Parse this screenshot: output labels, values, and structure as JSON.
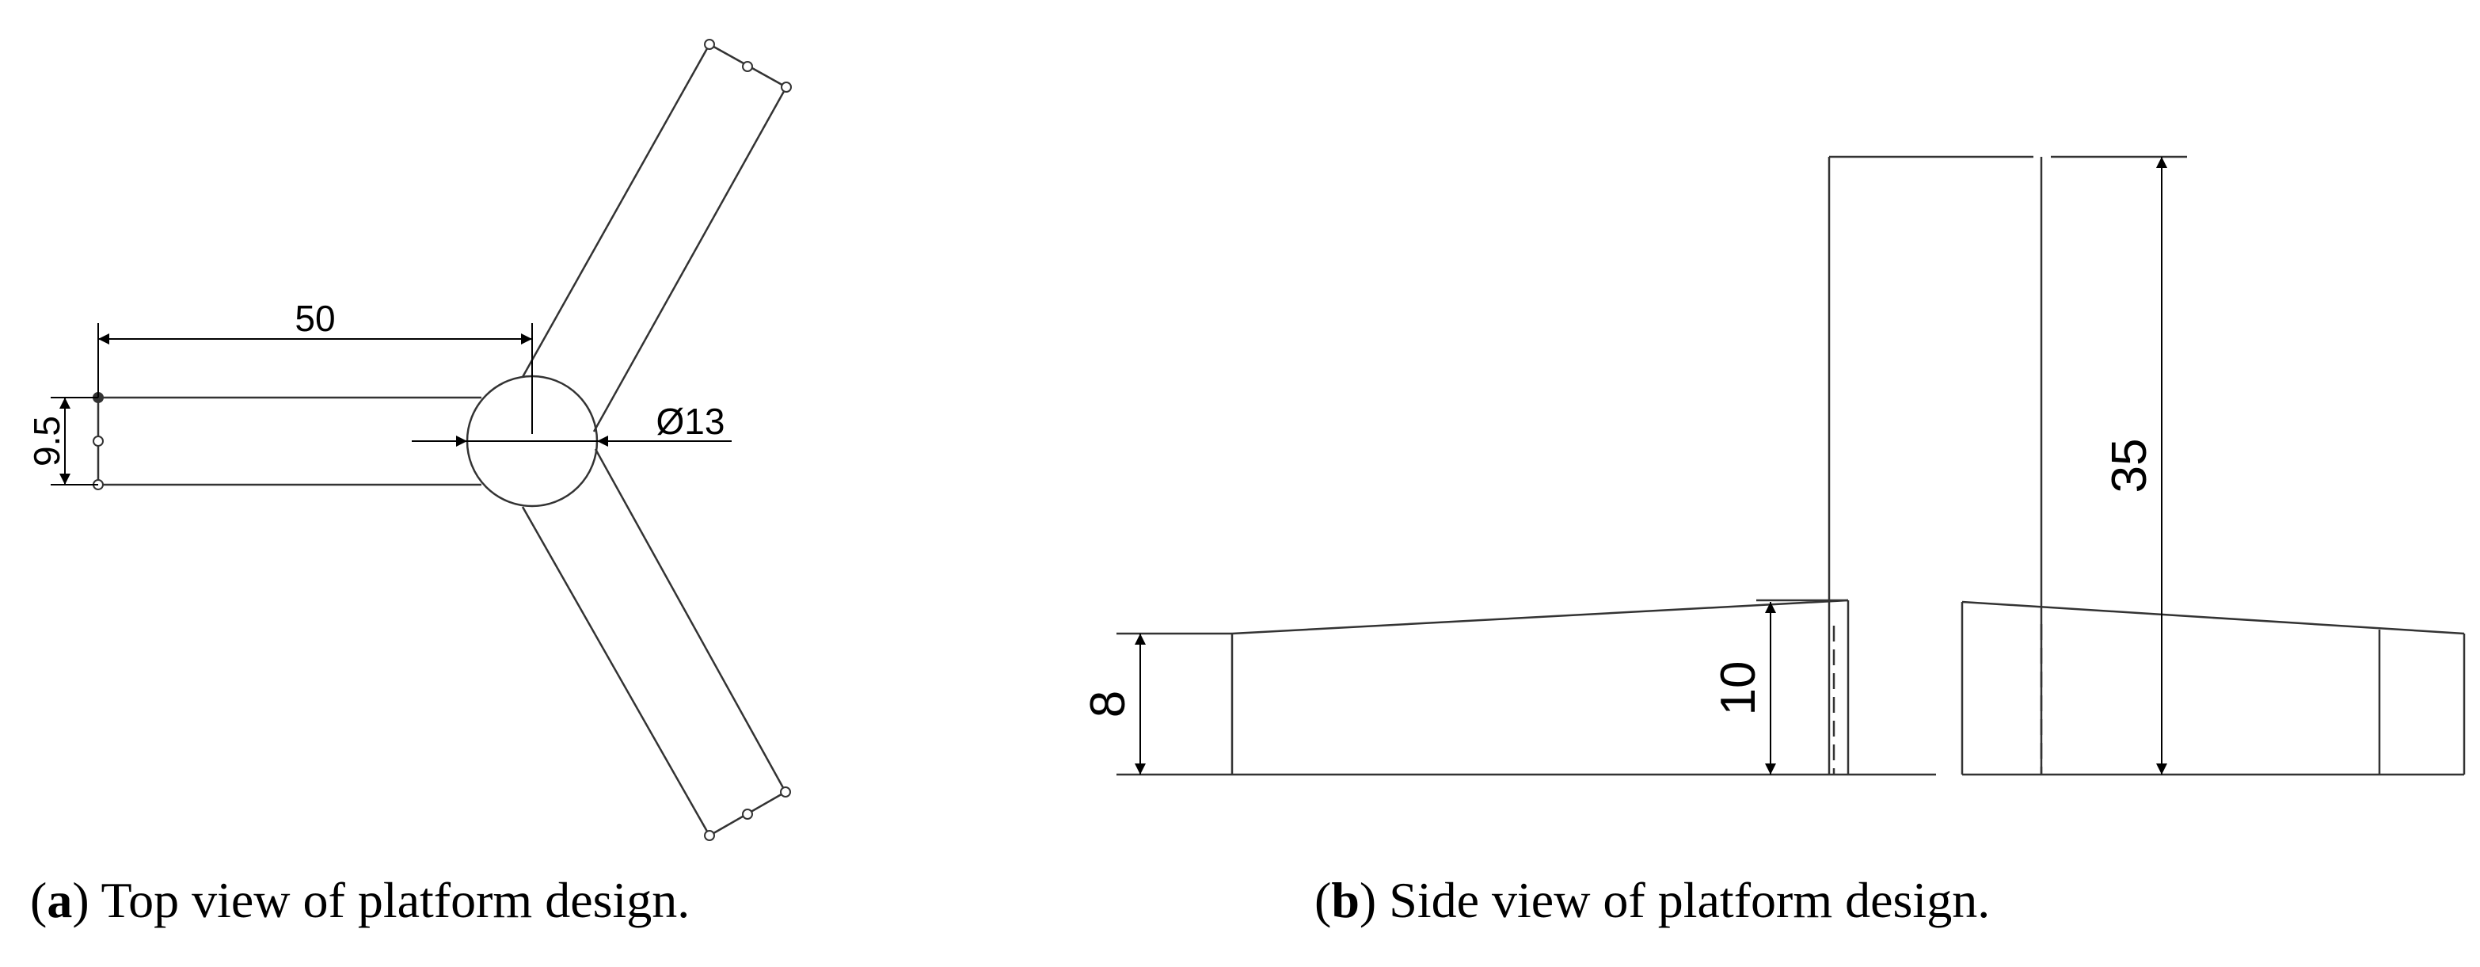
{
  "top_view": {
    "dims": {
      "length": "50",
      "width": "9.5",
      "diameter": "Ø13"
    },
    "caption": {
      "letter": "a",
      "text": " Top view of platform design."
    }
  },
  "side_view": {
    "dims": {
      "height_base": "8",
      "height_step": "10",
      "height_post": "35"
    },
    "caption": {
      "letter": "b",
      "text": " Side view of platform design."
    }
  }
}
